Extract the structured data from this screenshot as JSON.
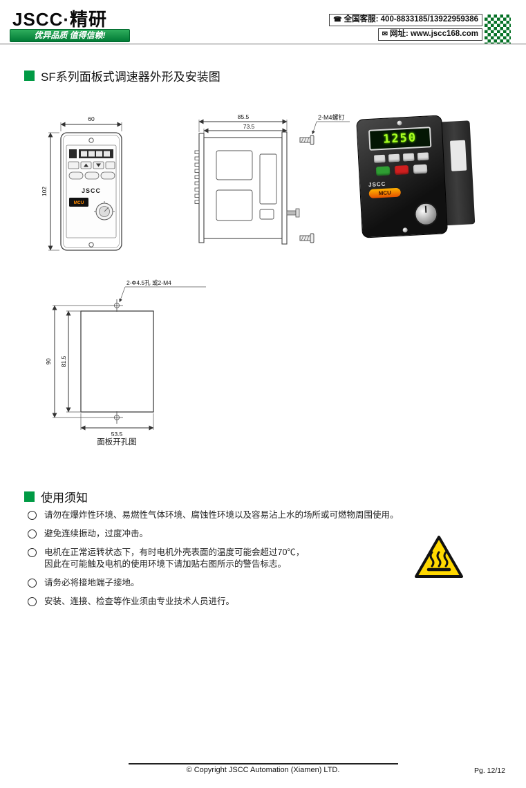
{
  "colors": {
    "brand_green": "#009a44",
    "warning_yellow": "#ffd800"
  },
  "header": {
    "logo": "JSCC·精研",
    "slogan": "优异品质 值得信赖!",
    "phone_icon": "☎",
    "mail_icon": "✉",
    "service": "全国客服: 400-8833185/13922959386",
    "website": "网址: www.jscc168.com"
  },
  "install_section": {
    "title": "SF系列面板式调速器外形及安装图",
    "front_view": {
      "dim_width": "60",
      "dim_height": "102",
      "brand": "JSCC",
      "logo": "MCU"
    },
    "side_view": {
      "dim_overall": "85.5",
      "dim_inner": "73.5",
      "screw_label": "2-M4螺钉"
    },
    "photo": {
      "display": "1250",
      "brand": "JSCC",
      "logo": "MCU"
    },
    "cutout": {
      "hole_label": "2-Φ4.5孔 或2-M4",
      "dim_outer": "90",
      "dim_inner": "81.5",
      "dim_width": "53.5",
      "caption": "面板开孔图"
    }
  },
  "usage_section": {
    "title": "使用须知",
    "items": [
      "请勿在爆炸性环境、易燃性气体环境、腐蚀性环境以及容易沾上水的场所或可燃物周围使用。",
      "避免连续振动，过度冲击。",
      "电机在正常运转状态下，有时电机外壳表面的温度可能会超过70℃，\n因此在可能触及电机的使用环境下请加贴右图所示的警告标志。",
      "请务必将接地端子接地。",
      "安装、连接、检查等作业须由专业技术人员进行。"
    ]
  },
  "footer": {
    "copyright": "© Copyright JSCC Automation (Xiamen) LTD.",
    "page": "Pg. 12/12"
  }
}
